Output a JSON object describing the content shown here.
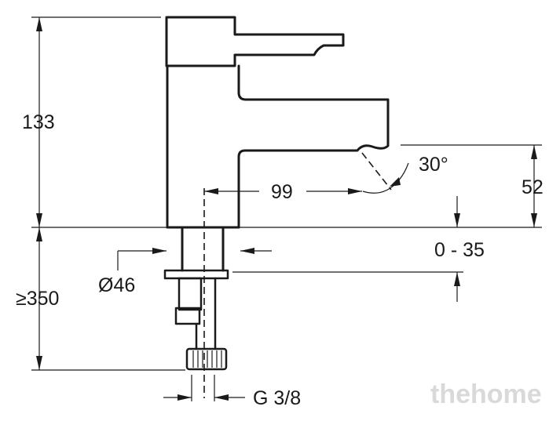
{
  "dimensions": {
    "height_above_deck": "133",
    "reach": "99",
    "spout_angle": "30°",
    "spout_height": "52",
    "deck_thickness_range": "0 - 35",
    "base_diameter": "Ø46",
    "supply_length": "≥350",
    "connection_thread": "G 3/8"
  },
  "watermark": "thehome"
}
